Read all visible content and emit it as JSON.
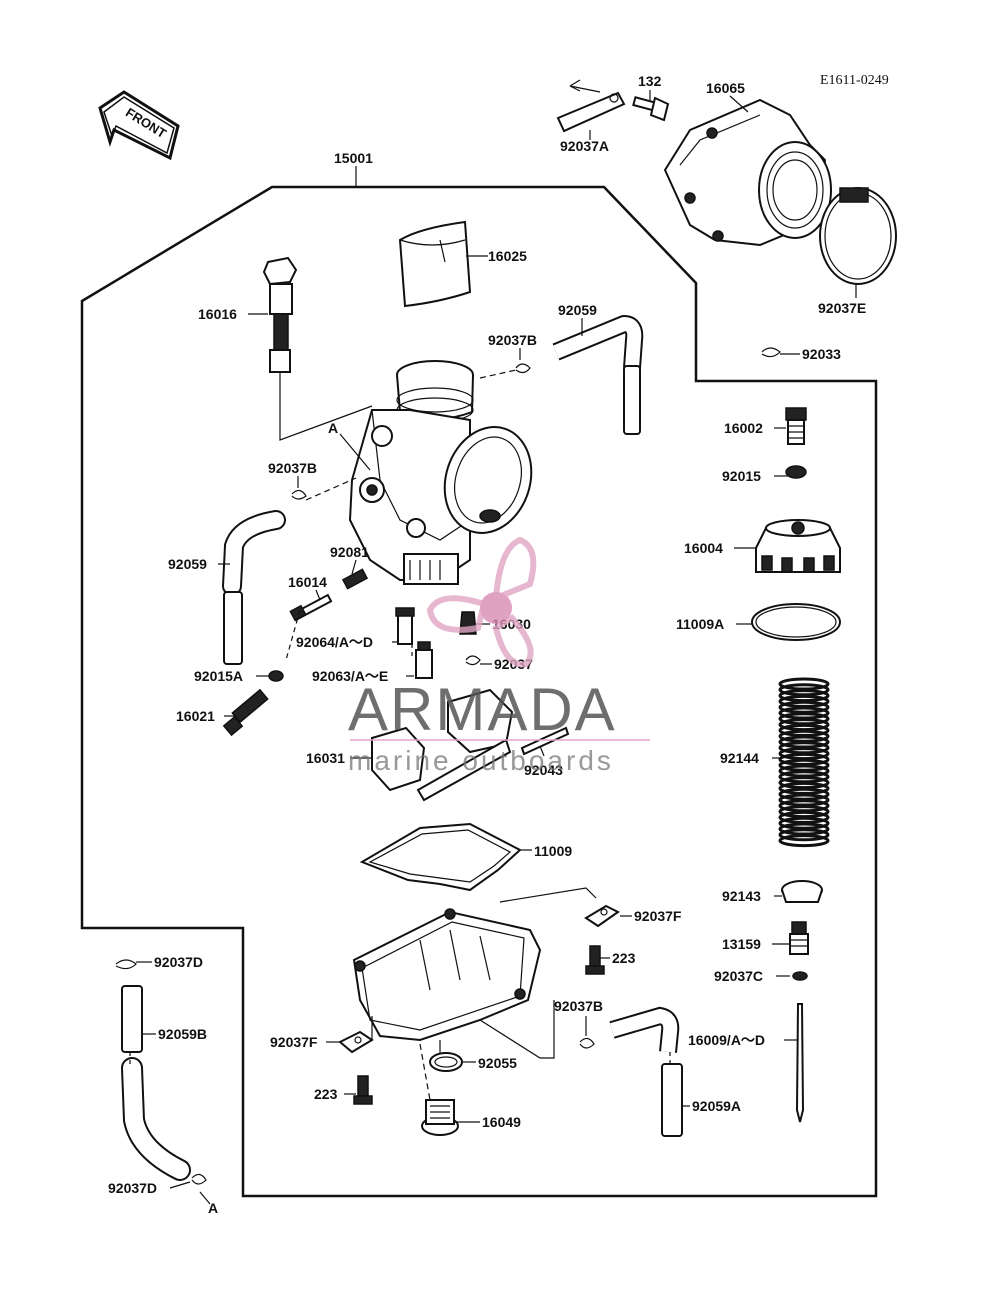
{
  "drawing_code": "E1611-0249",
  "front_label": "FRONT",
  "watermark": {
    "brand": "ARMADA",
    "tagline": "marine outboards",
    "colors": {
      "logo": "#e0a6c4",
      "logo_dot": "#d98bb3",
      "text": "#555555"
    }
  },
  "labels": {
    "p132": "132",
    "p16065": "16065",
    "p92037A": "92037A",
    "p15001": "15001",
    "p16025": "16025",
    "p16016": "16016",
    "p92059_top": "92059",
    "p92037B_top": "92037B",
    "p92037E": "92037E",
    "p92033": "92033",
    "p16002": "16002",
    "p92015": "92015",
    "p92037B_left": "92037B",
    "p16004": "16004",
    "p92059_left": "92059",
    "p92081": "92081",
    "p16014": "16014",
    "p16030": "16030",
    "p11009A": "11009A",
    "p92064": "92064/A～D",
    "p92015A": "92015A",
    "p92063": "92063/A～E",
    "p92037": "92037",
    "p16021": "16021",
    "p92144": "92144",
    "p16031": "16031",
    "p92043": "92043",
    "p11009": "11009",
    "p92143": "92143",
    "p92037F_right": "92037F",
    "p13159": "13159",
    "p92037D_top": "92037D",
    "p223_right": "223",
    "p92037C": "92037C",
    "p92037B_bottom": "92037B",
    "p92059B": "92059B",
    "p92037F_left": "92037F",
    "p16009": "16009/A～D",
    "p92055": "92055",
    "p223_left": "223",
    "p16049": "16049",
    "p92059A": "92059A",
    "p92037D_bottom": "92037D",
    "ref_A_top": "A",
    "ref_A_bottom": "A"
  }
}
